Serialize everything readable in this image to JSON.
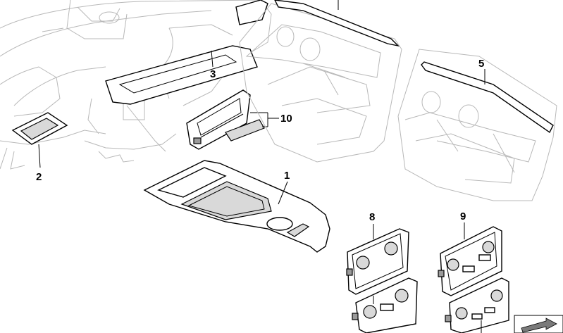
{
  "callouts": {
    "c1": "1",
    "c2": "2",
    "c3": "3",
    "c5": "5",
    "c8": "8",
    "c9": "9",
    "c10": "10"
  },
  "icons": {
    "nav_arrow": "arrow-icon"
  }
}
